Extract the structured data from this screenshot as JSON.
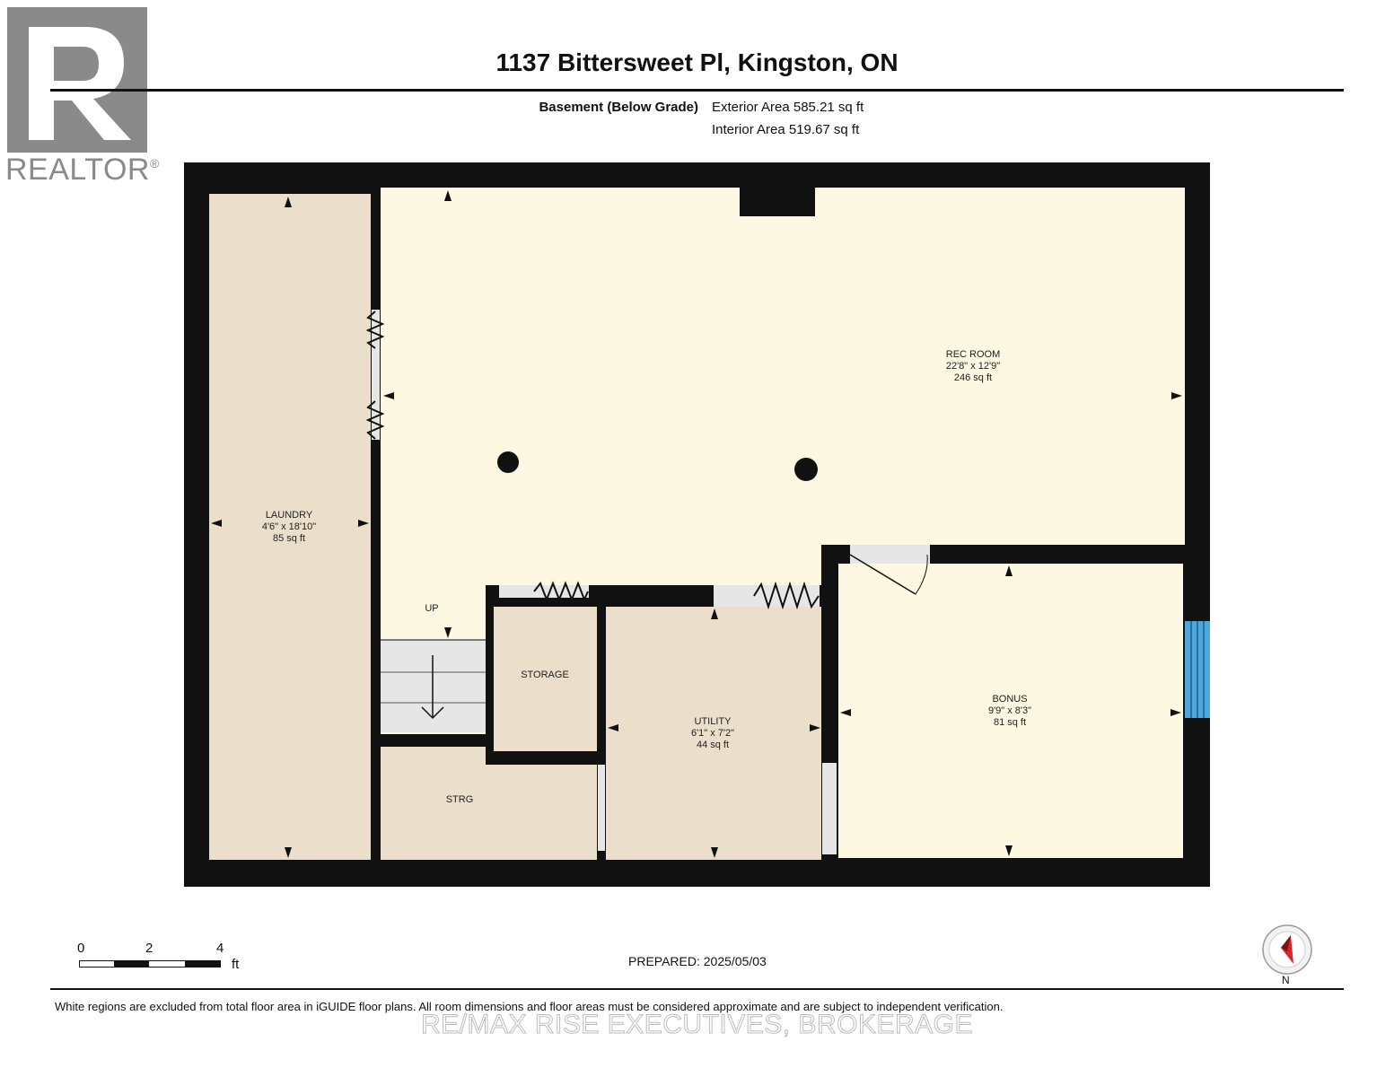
{
  "header": {
    "title": "1137 Bittersweet Pl, Kingston, ON",
    "floor_label": "Basement (Below Grade)",
    "exterior_area": "Exterior Area 585.21 sq ft",
    "interior_area": "Interior Area 519.67 sq ft"
  },
  "logo": {
    "text": "REALTOR",
    "mark": "®",
    "icon": "realtor-r-logo"
  },
  "rooms": {
    "rec_room": {
      "name": "REC ROOM",
      "dims": "22'8\" x 12'9\"",
      "area": "246 sq ft"
    },
    "laundry": {
      "name": "LAUNDRY",
      "dims": "4'6\" x 18'10\"",
      "area": "85 sq ft"
    },
    "bonus": {
      "name": "BONUS",
      "dims": "9'9\" x 8'3\"",
      "area": "81 sq ft"
    },
    "utility": {
      "name": "UTILITY",
      "dims": "6'1\" x 7'2\"",
      "area": "44 sq ft"
    },
    "storage": {
      "name": "STORAGE"
    },
    "strg": {
      "name": "STRG"
    },
    "stairs": {
      "label": "UP"
    }
  },
  "scale": {
    "ticks": [
      "0",
      "2",
      "4"
    ],
    "unit": "ft"
  },
  "compass": {
    "label": "N",
    "icon": "compass-icon"
  },
  "footer": {
    "prepared": "PREPARED: 2025/05/03",
    "disclaimer": "White regions are excluded from total floor area in iGUIDE floor plans. All room dimensions and floor areas must be considered approximate and are subject to independent verification.",
    "watermark": "RE/MAX RISE EXECUTIVES, BROKERAGE"
  },
  "colors": {
    "wall": "#111111",
    "rec_bonus_fill": "#fdf8e2",
    "service_fill": "#ebdfcb",
    "stairs_fill": "#e6e6e6",
    "window": "#4ea8dd",
    "logo_grey": "#8a8a8a"
  }
}
